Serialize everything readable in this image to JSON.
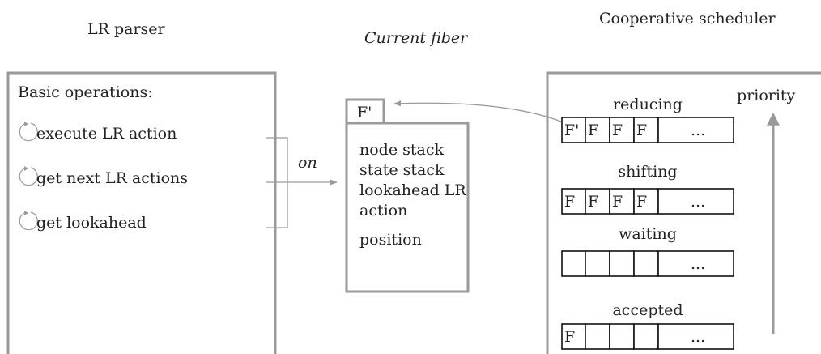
{
  "colors": {
    "frame": "#9a9a9a",
    "text": "#222222",
    "cell_border": "#111111"
  },
  "titles": {
    "parser": "LR parser",
    "fiber": "Current fiber",
    "scheduler": "Cooperative scheduler"
  },
  "parser": {
    "heading": "Basic operations:",
    "operations": [
      {
        "icon": "loop-arrow-icon",
        "label": "execute LR action"
      },
      {
        "icon": "loop-arrow-icon",
        "label": "get next LR actions"
      },
      {
        "icon": "loop-arrow-icon",
        "label": "get lookahead"
      }
    ],
    "connector_label": "on"
  },
  "fiber": {
    "tab_label": "F'",
    "fields": [
      "node stack",
      "state stack",
      "lookahead LR",
      "action",
      "position"
    ]
  },
  "scheduler": {
    "priority_label": "priority",
    "queues": [
      {
        "name": "reducing",
        "cells": [
          "F'",
          "F",
          "F",
          "F"
        ],
        "ellipsis": "..."
      },
      {
        "name": "shifting",
        "cells": [
          "F",
          "F",
          "F",
          "F"
        ],
        "ellipsis": "..."
      },
      {
        "name": "waiting",
        "cells": [
          "",
          "",
          "",
          ""
        ],
        "ellipsis": "..."
      },
      {
        "name": "accepted",
        "cells": [
          "F",
          "",
          "",
          ""
        ],
        "ellipsis": "..."
      }
    ]
  }
}
